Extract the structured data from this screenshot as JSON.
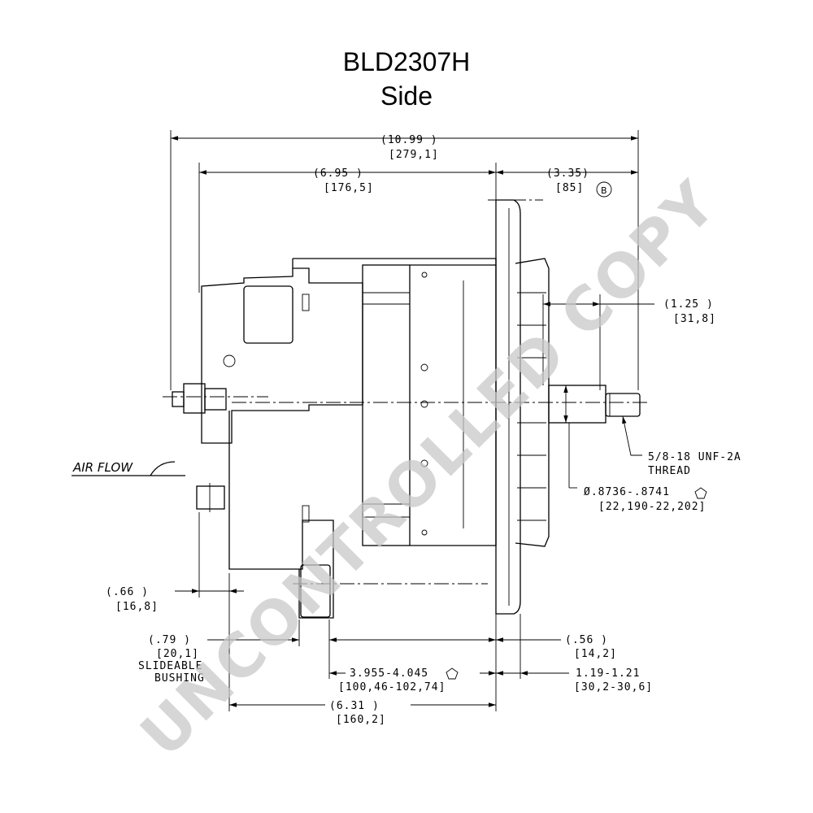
{
  "title": {
    "model": "BLD2307H",
    "view": "Side"
  },
  "dimensions": {
    "overall_length": {
      "imperial": "(10.99 )",
      "metric": "[279,1]"
    },
    "body_length": {
      "imperial": "(6.95 )",
      "metric": "[176,5]"
    },
    "front_length": {
      "imperial": "(3.35)",
      "metric": "[85]",
      "note_symbol": "B"
    },
    "shaft_length": {
      "imperial": "(1.25 )",
      "metric": "[31,8]"
    },
    "thread": {
      "line1": "5/8-18 UNF-2A",
      "line2": "THREAD"
    },
    "shaft_diameter": {
      "imperial": "Ø.8736-.8741",
      "metric": "[22,190-22,202]"
    },
    "mount_offset_a": {
      "imperial": "(.66 )",
      "metric": "[16,8]"
    },
    "bushing": {
      "imperial": "(.79 )",
      "metric": "[20,1]",
      "line1": "SLIDEABLE",
      "line2": "BUSHING"
    },
    "mount_span": {
      "imperial": "3.955-4.045",
      "metric": "[100,46-102,74]"
    },
    "flange_width": {
      "imperial": "(.56 )",
      "metric": "[14,2]"
    },
    "flange_span": {
      "imperial": "1.19-1.21",
      "metric": "[30,2-30,6]"
    },
    "rear_length": {
      "imperial": "(6.31 )",
      "metric": "[160,2]"
    }
  },
  "labels": {
    "air_flow": "AIR FLOW"
  },
  "watermark": "UNCONTROLLED COPY"
}
